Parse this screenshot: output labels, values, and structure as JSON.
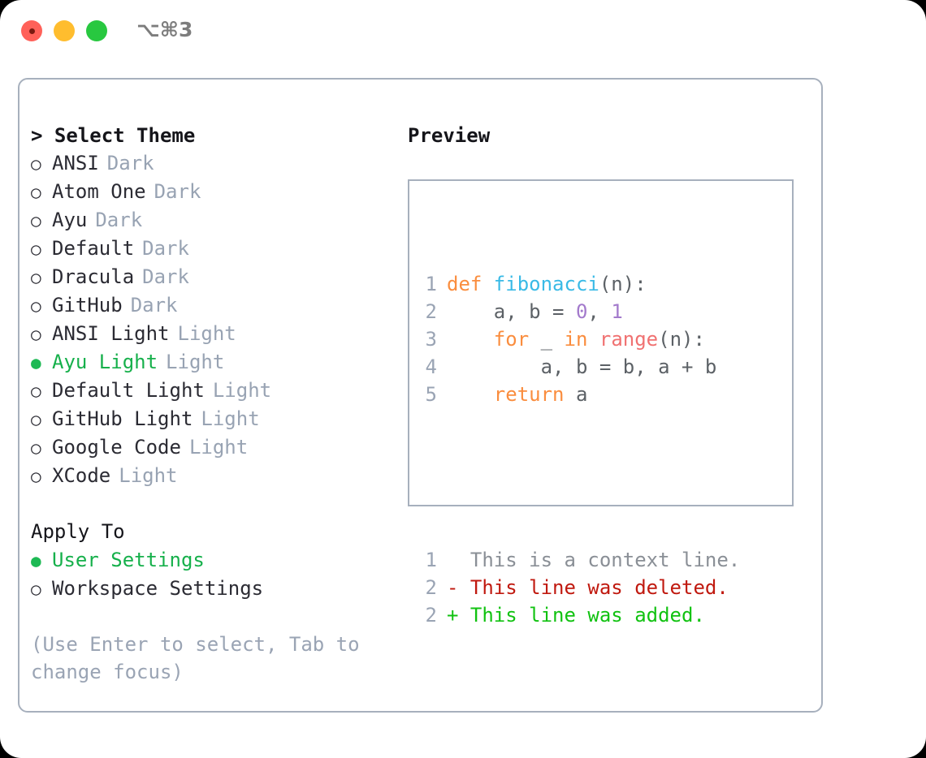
{
  "titlebar": {
    "shortcut": "⌥⌘3",
    "lights": [
      {
        "name": "close",
        "color": "#ff6159"
      },
      {
        "name": "minimize",
        "color": "#ffbd2e"
      },
      {
        "name": "zoom",
        "color": "#28c840"
      }
    ]
  },
  "theme_section": {
    "prefix": "> ",
    "title": "Select Theme",
    "items": [
      {
        "bullet": "○",
        "label": "ANSI",
        "tag": "Dark",
        "selected": false
      },
      {
        "bullet": "○",
        "label": "Atom One",
        "tag": "Dark",
        "selected": false
      },
      {
        "bullet": "○",
        "label": "Ayu",
        "tag": "Dark",
        "selected": false
      },
      {
        "bullet": "○",
        "label": "Default",
        "tag": "Dark",
        "selected": false
      },
      {
        "bullet": "○",
        "label": "Dracula",
        "tag": "Dark",
        "selected": false
      },
      {
        "bullet": "○",
        "label": "GitHub",
        "tag": "Dark",
        "selected": false
      },
      {
        "bullet": "○",
        "label": "ANSI Light",
        "tag": "Light",
        "selected": false
      },
      {
        "bullet": "●",
        "label": "Ayu Light",
        "tag": "Light",
        "selected": true
      },
      {
        "bullet": "○",
        "label": "Default Light",
        "tag": "Light",
        "selected": false
      },
      {
        "bullet": "○",
        "label": "GitHub Light",
        "tag": "Light",
        "selected": false
      },
      {
        "bullet": "○",
        "label": "Google Code",
        "tag": "Light",
        "selected": false
      },
      {
        "bullet": "○",
        "label": "XCode",
        "tag": "Light",
        "selected": false
      }
    ]
  },
  "apply_section": {
    "title": "Apply To",
    "items": [
      {
        "bullet": "●",
        "label": "User Settings",
        "selected": true
      },
      {
        "bullet": "○",
        "label": "Workspace Settings",
        "selected": false
      }
    ]
  },
  "hint": "(Use Enter to select, Tab to change focus)",
  "preview": {
    "title": "Preview",
    "code_lines": [
      {
        "no": "1",
        "tokens": [
          {
            "text": "def ",
            "cls": "t-kw"
          },
          {
            "text": "fibonacci",
            "cls": "t-fn"
          },
          {
            "text": "(n):",
            "cls": "t-plain"
          }
        ]
      },
      {
        "no": "2",
        "tokens": [
          {
            "text": "    a, b = ",
            "cls": "t-plain"
          },
          {
            "text": "0",
            "cls": "t-num"
          },
          {
            "text": ", ",
            "cls": "t-plain"
          },
          {
            "text": "1",
            "cls": "t-num"
          }
        ]
      },
      {
        "no": "3",
        "tokens": [
          {
            "text": "    ",
            "cls": "t-plain"
          },
          {
            "text": "for",
            "cls": "t-kw"
          },
          {
            "text": " _ ",
            "cls": "t-plain"
          },
          {
            "text": "in",
            "cls": "t-kw"
          },
          {
            "text": " ",
            "cls": "t-plain"
          },
          {
            "text": "range",
            "cls": "t-call"
          },
          {
            "text": "(n):",
            "cls": "t-plain"
          }
        ]
      },
      {
        "no": "4",
        "tokens": [
          {
            "text": "        a, b = b, a + b",
            "cls": "t-plain"
          }
        ]
      },
      {
        "no": "5",
        "tokens": [
          {
            "text": "    ",
            "cls": "t-plain"
          },
          {
            "text": "return",
            "cls": "t-kw"
          },
          {
            "text": " a",
            "cls": "t-plain"
          }
        ]
      }
    ],
    "diff_lines": [
      {
        "no": "1",
        "marker": "  ",
        "text": "This is a context line.",
        "cls": "d-ctx"
      },
      {
        "no": "2",
        "marker": "- ",
        "text": "This line was deleted.",
        "cls": "d-del"
      },
      {
        "no": "2",
        "marker": "+ ",
        "text": "This line was added.",
        "cls": "d-add"
      }
    ]
  },
  "colors": {
    "accent_green": "#16b04b",
    "muted": "#98a3b3",
    "border": "#a7b0bd",
    "text": "#2b2b33",
    "syntax_keyword": "#fa8d3e",
    "syntax_function": "#39bae6",
    "syntax_number": "#a37acc",
    "syntax_call": "#f07171",
    "diff_add": "#11c211",
    "diff_del": "#c0190f"
  }
}
